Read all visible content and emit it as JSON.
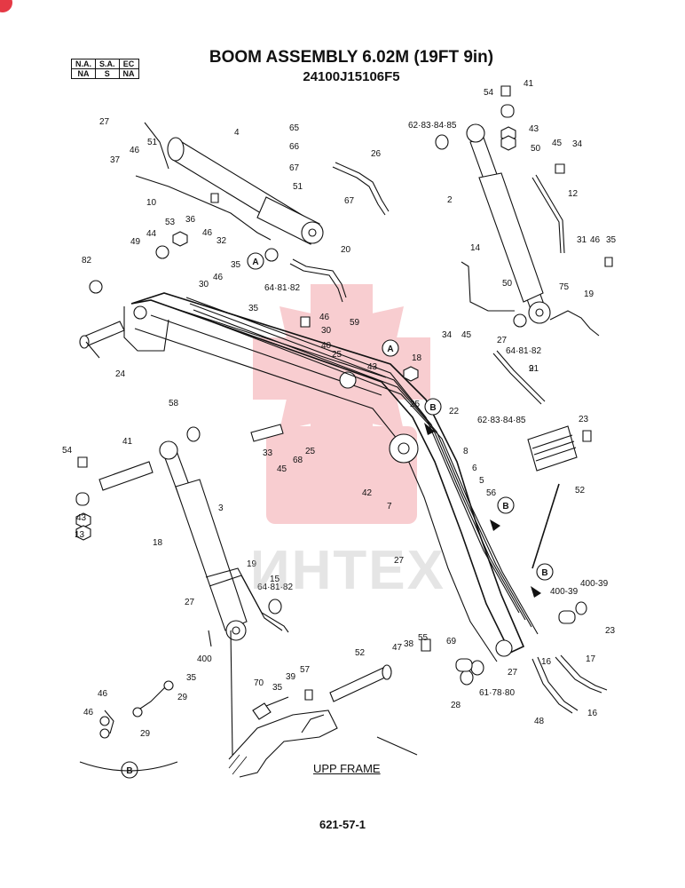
{
  "header": {
    "title": "BOOM ASSEMBLY 6.02M (19FT 9in)",
    "part_number": "24100J15106F5",
    "region_table": {
      "top": [
        "N.A.",
        "S.A.",
        "EC"
      ],
      "bottom": [
        "NA",
        "S",
        "NA"
      ]
    }
  },
  "footer": {
    "page_code": "621-57-1"
  },
  "labels": {
    "upp_frame": "UPP FRAME",
    "watermark": "ИНТЕХ",
    "detail_b": "B",
    "callout_a": "A",
    "callout_b": "B"
  },
  "callouts": [
    "27",
    "51",
    "4",
    "65",
    "66",
    "67",
    "26",
    "51",
    "67",
    "62·83·84·85",
    "54",
    "41",
    "43",
    "50",
    "45",
    "34",
    "37",
    "46",
    "10",
    "36",
    "46",
    "32",
    "53",
    "44",
    "49",
    "35",
    "46",
    "30",
    "82",
    "20",
    "64·81·82",
    "2",
    "12",
    "14",
    "31",
    "46",
    "35",
    "75",
    "50",
    "19",
    "34",
    "45",
    "27",
    "64·81·82",
    "9",
    "35",
    "46",
    "30",
    "40",
    "59",
    "24",
    "25",
    "43",
    "18",
    "21",
    "25",
    "22",
    "62·83·84·85",
    "58",
    "33",
    "45",
    "68",
    "25",
    "42",
    "7",
    "8",
    "6",
    "5",
    "56",
    "41",
    "54",
    "43",
    "13",
    "3",
    "18",
    "19",
    "64·81·82",
    "15",
    "27",
    "400",
    "27",
    "23",
    "52",
    "400-39",
    "23",
    "400-39",
    "69",
    "47",
    "38",
    "55",
    "52",
    "61·78·80",
    "28",
    "27",
    "16",
    "17",
    "16",
    "48",
    "39",
    "57",
    "70",
    "35",
    "46",
    "35",
    "46",
    "29",
    "29"
  ],
  "colors": {
    "watermark": "#e8505a",
    "corner_badge": "#e53945"
  }
}
